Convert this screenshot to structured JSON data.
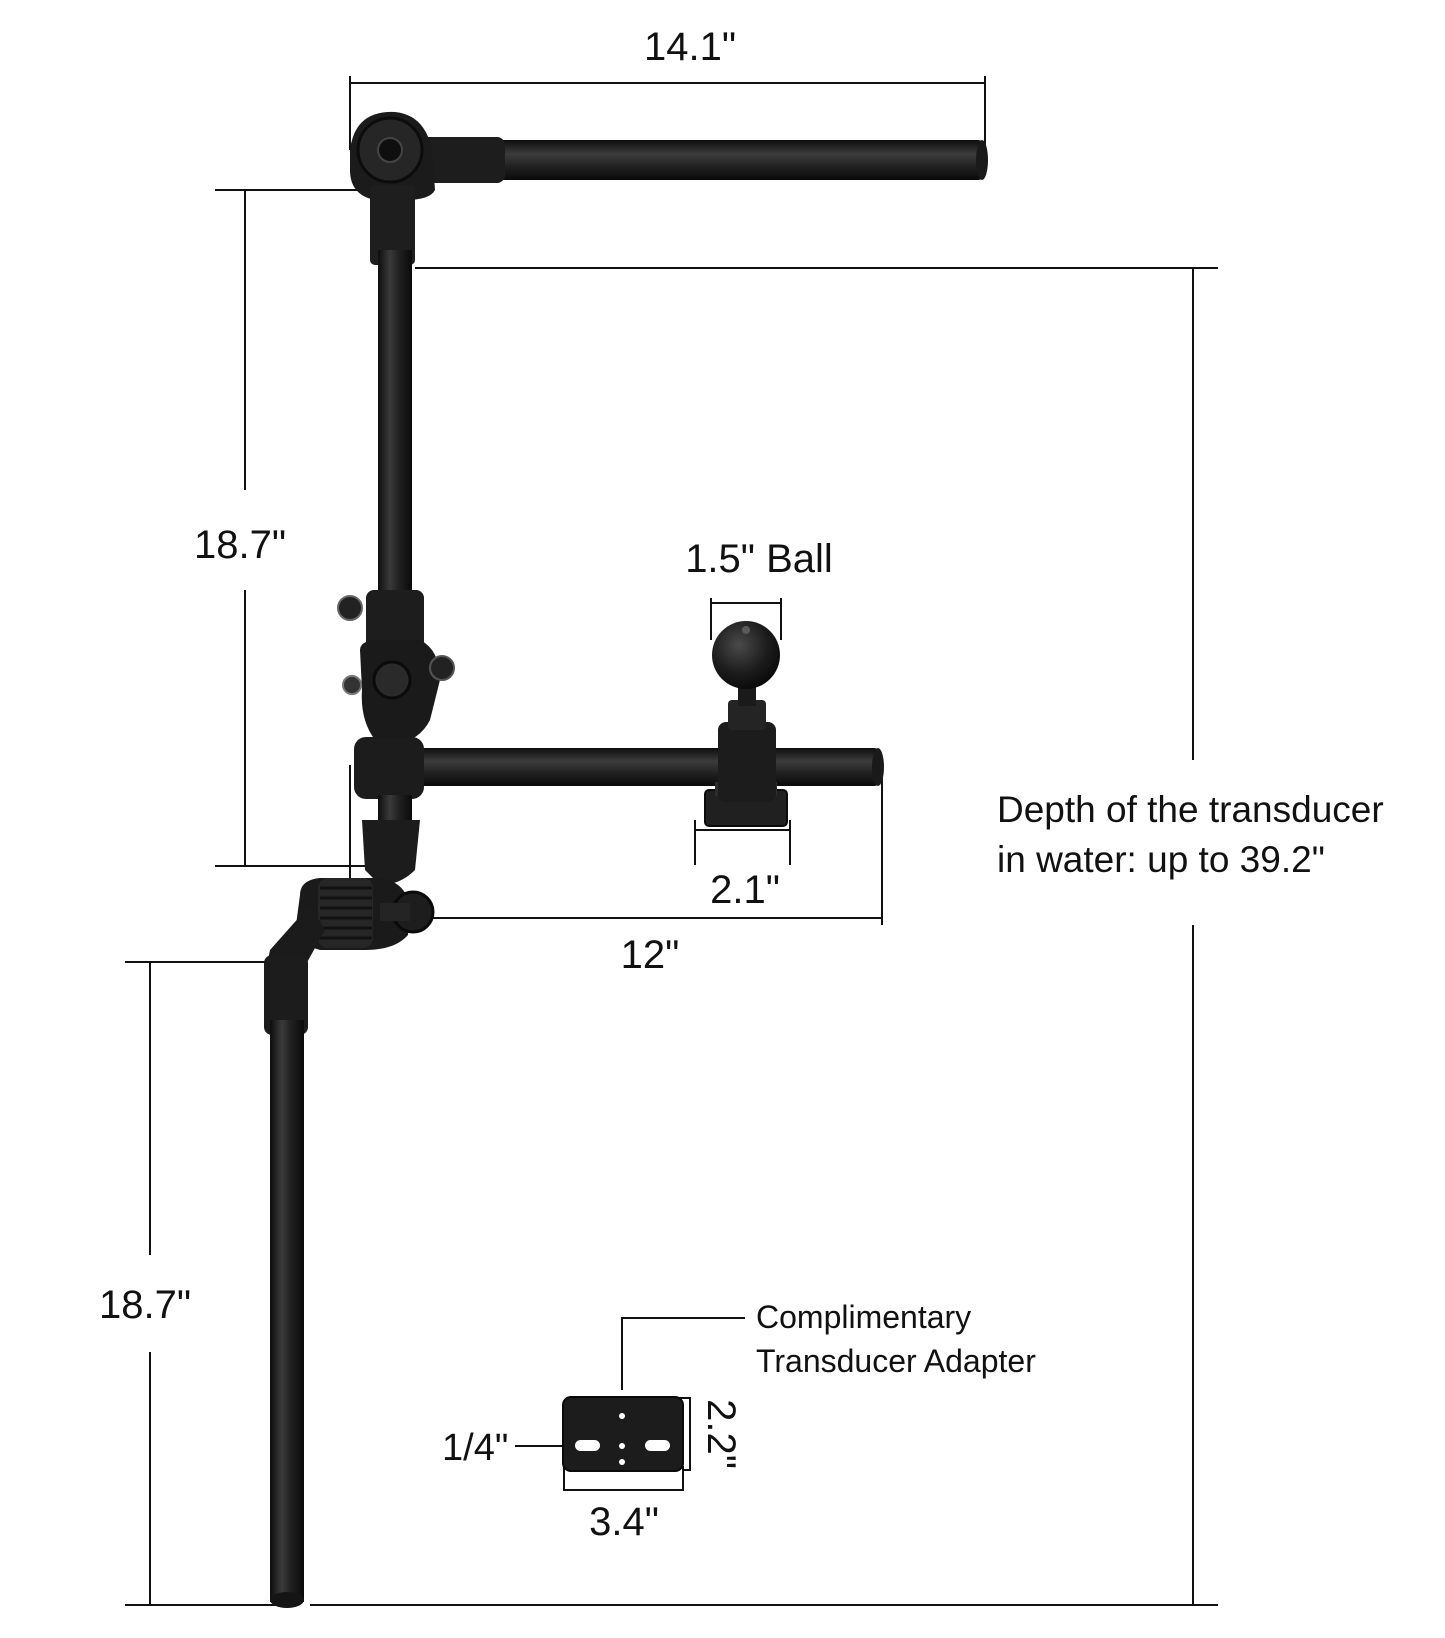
{
  "colors": {
    "background": "#ffffff",
    "ink": "#111111",
    "part_dark": "#1b1b1b",
    "part_mid": "#2c2c2c",
    "part_highlight": "#5a5a5a"
  },
  "dimensions": {
    "top_arm_length": "14.1\"",
    "upper_pole_height": "18.7\"",
    "ball_size": "1.5\" Ball",
    "track_base_width": "2.1\"",
    "side_arm_length": "12\"",
    "depth_line1": "Depth of the transducer",
    "depth_line2": "in water: up to 39.2\"",
    "lower_pole_height": "18.7\""
  },
  "adapter": {
    "name_line1": "Complimentary",
    "name_line2": "Transducer Adapter",
    "slot_size": "1/4\"",
    "height": "2.2\"",
    "width": "3.4\""
  }
}
